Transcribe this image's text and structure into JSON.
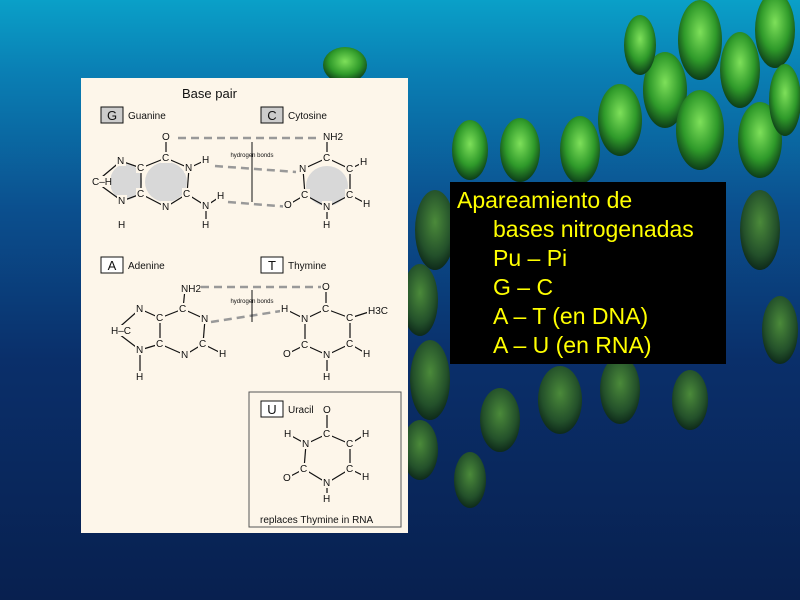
{
  "diagram": {
    "title": "Base pair",
    "hydrogen_bonds_label": "hydrogen bonds",
    "bases": [
      {
        "letter": "G",
        "name": "Guanine",
        "atoms": [
          "O",
          "C",
          "N",
          "H",
          "C",
          "N",
          "H",
          "H",
          "N",
          "C",
          "C",
          "N",
          "N",
          "H",
          "C–H"
        ]
      },
      {
        "letter": "C",
        "name": "Cytosine",
        "atoms": [
          "NH2",
          "C",
          "N",
          "C",
          "H",
          "C",
          "H",
          "C",
          "O",
          "N",
          "H"
        ]
      },
      {
        "letter": "A",
        "name": "Adenine",
        "atoms": [
          "NH2",
          "C",
          "N",
          "C",
          "N",
          "C",
          "H",
          "N",
          "C",
          "N",
          "H",
          "H–C"
        ]
      },
      {
        "letter": "T",
        "name": "Thymine",
        "atoms": [
          "O",
          "C",
          "H",
          "N",
          "C",
          "H3C",
          "C",
          "O",
          "C",
          "H",
          "N",
          "H"
        ]
      },
      {
        "letter": "U",
        "name": "Uracil",
        "atoms": [
          "O",
          "C",
          "H",
          "N",
          "C",
          "H",
          "C",
          "O",
          "C",
          "H",
          "N",
          "H"
        ]
      }
    ],
    "uracil_note": "replaces Thymine in RNA"
  },
  "textbox": {
    "lines": [
      "Apareamiento de",
      "bases nitrogenadas",
      "Pu – Pi",
      "G – C",
      "A – T (en DNA)",
      "A – U (en RNA)"
    ],
    "text_color": "#ffff00",
    "background": "#000000"
  }
}
